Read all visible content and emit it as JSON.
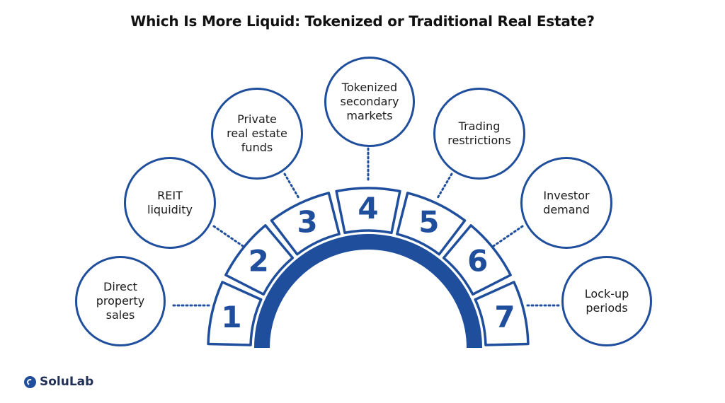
{
  "title": "Which Is More Liquid: Tokenized or Traditional Real Estate?",
  "brand": {
    "name": "SoluLab",
    "color": "#1f4e9c"
  },
  "items": [
    {
      "number": "1",
      "label": "Direct\nproperty\nsales"
    },
    {
      "number": "2",
      "label": "REIT\nliquidity"
    },
    {
      "number": "3",
      "label": "Private\nreal estate\nfunds"
    },
    {
      "number": "4",
      "label": "Tokenized\nsecondary\nmarkets"
    },
    {
      "number": "5",
      "label": "Trading\nrestrictions"
    },
    {
      "number": "6",
      "label": "Investor\ndemand"
    },
    {
      "number": "7",
      "label": "Lock-up\nperiods"
    }
  ]
}
